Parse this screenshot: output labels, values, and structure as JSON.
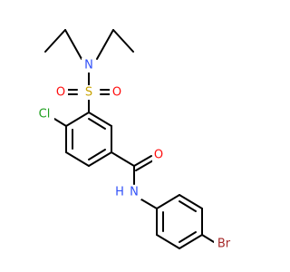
{
  "colors": {
    "bond": "#000000",
    "carbon": "#000000",
    "nitrogen": "#3050f8",
    "oxygen": "#ff0d0d",
    "sulfur": "#c8a200",
    "chlorine": "#1fa01f",
    "bromine": "#a62929"
  },
  "atoms": {
    "n_sulfonamide": "N",
    "s_sulfonyl": "S",
    "o_left": "O",
    "o_right": "O",
    "cl": "Cl",
    "o_carbonyl": "O",
    "nh_amide": "N",
    "h_amide": "H",
    "br": "Br"
  }
}
